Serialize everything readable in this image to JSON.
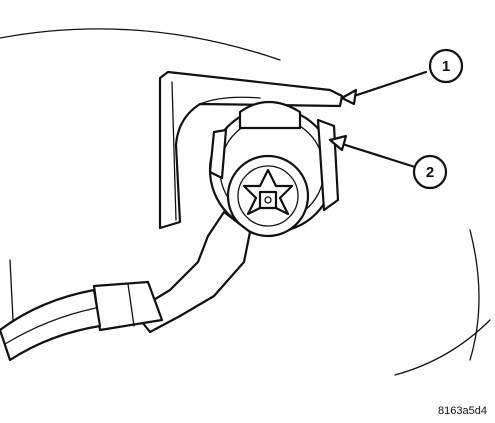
{
  "callouts": [
    {
      "id": "1",
      "label": "1"
    },
    {
      "id": "2",
      "label": "2"
    }
  ],
  "figure_ref": "8163a5d4"
}
